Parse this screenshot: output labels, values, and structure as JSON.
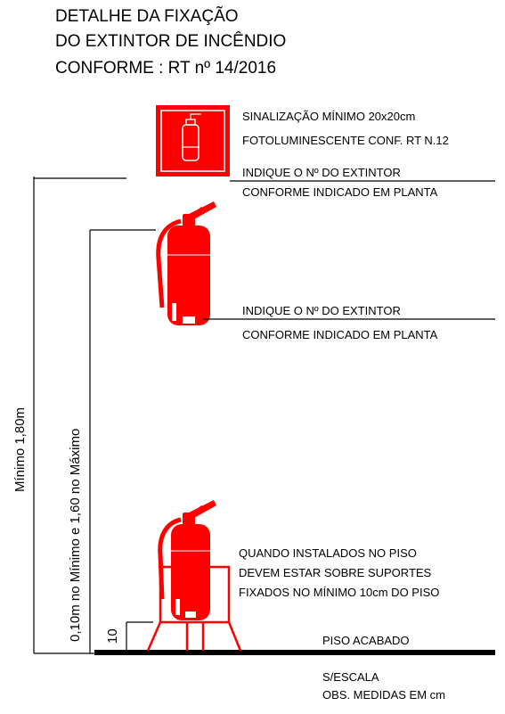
{
  "title": {
    "line1": "DETALHE DA FIXAÇÃO",
    "line2": "DO EXTINTOR DE INCÊNDIO",
    "line3": "CONFORME :   RT nº 14/2016"
  },
  "sign": {
    "line1": "SINALIZAÇÃO MÍNIMO 20x20cm",
    "line2": "FOTOLUMINESCENTE CONF. RT N.12",
    "line3": "INDIQUE O Nº DO EXTINTOR",
    "line4": "CONFORME INDICADO EM PLANTA"
  },
  "wall_extinguisher": {
    "line1": "INDIQUE O Nº DO EXTINTOR",
    "line2": "CONFORME INDICADO EM PLANTA"
  },
  "floor_extinguisher": {
    "line1": "QUANDO INSTALADOS NO PISO",
    "line2": "DEVEM ESTAR SOBRE SUPORTES",
    "line3": "FIXADOS NO MÍNIMO 10cm DO PISO"
  },
  "dimensions": {
    "min_height": "Mínimo 1,80m",
    "range": "0,10m no Mínimo e 1,60 no Máximo",
    "floor_gap": "10"
  },
  "floor_label": "PISO ACABADO",
  "notes": {
    "scale": "S/ESCALA",
    "units": "OBS. MEDIDAS EM cm"
  },
  "colors": {
    "extinguisher": "#ff0000",
    "lines": "#000000"
  },
  "icons": [
    "fire-extinguisher-sign-icon",
    "fire-extinguisher-icon"
  ]
}
